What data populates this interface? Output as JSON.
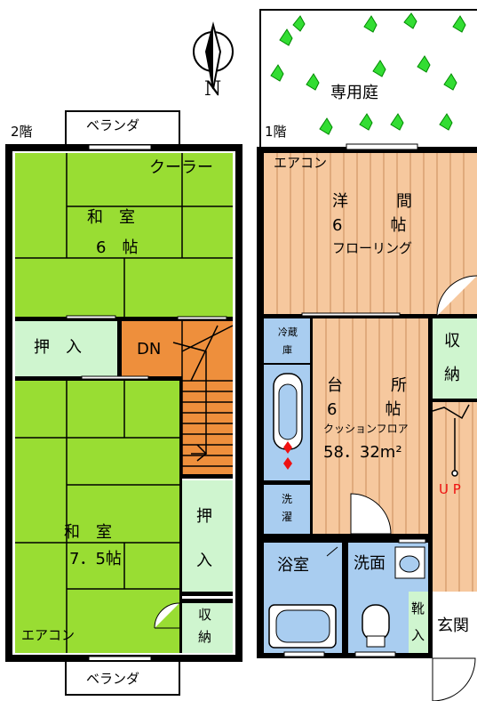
{
  "compass": {
    "label": "N"
  },
  "floor2": {
    "label": "2階",
    "balcony_top": "ベランダ",
    "balcony_bottom": "ベランダ",
    "washitsu6": {
      "name": "和　室",
      "size": "6　帖"
    },
    "cooler": "クーラー",
    "oshiire1": "押　入",
    "down": "DN",
    "washitsu75": {
      "name": "和　室",
      "size": "7．5帖"
    },
    "oshiire2": {
      "top": "押",
      "bottom": "入"
    },
    "storage": {
      "top": "収",
      "bottom": "納"
    },
    "aircon": "エアコン"
  },
  "floor1": {
    "label": "1階",
    "garden": "専用庭",
    "aircon": "エアコン",
    "youma": {
      "line1": "洋　　　間",
      "line2": "6　　　帖",
      "line3": "フローリング"
    },
    "fridge": {
      "top": "冷蔵",
      "bottom": "庫"
    },
    "kitchen": {
      "line1": "台　　　所",
      "line2": "6　　　帖",
      "line3": "クッションフロア"
    },
    "area": "58．32m²",
    "laundry": {
      "top": "洗",
      "bottom": "濯"
    },
    "storage": {
      "top": "収",
      "bottom": "納"
    },
    "up": "U P",
    "bath": "浴室",
    "washroom": "洗面",
    "shoes": {
      "top": "靴",
      "bottom": "入"
    },
    "entrance": "玄関"
  },
  "colors": {
    "tatami": "#99dd33",
    "closet": "#cff5cf",
    "stairs2f": "#ee8f3c",
    "wood": "#f6c89e",
    "water": "#a9cdf0",
    "tree": "#33dd33"
  }
}
